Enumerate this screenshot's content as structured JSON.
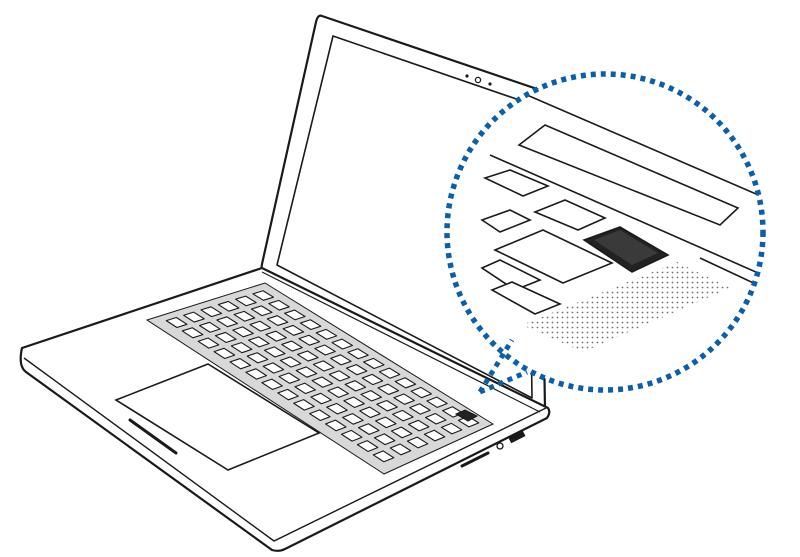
{
  "figure": {
    "subject": "laptop-icon",
    "highlighted_key": "power-key-icon",
    "callout": "magnifier-callout"
  },
  "colors": {
    "outline": "#1a1a1a",
    "key_fill": "#ffffff",
    "keyboard_area": "#d8d8d8",
    "speaker_dot": "#6f6f6f",
    "highlight_key": "#222222",
    "callout_dots": "#0b5fa8",
    "background": "#ffffff"
  },
  "keyboard": {
    "rows": 6,
    "keys_per_row": 14
  }
}
